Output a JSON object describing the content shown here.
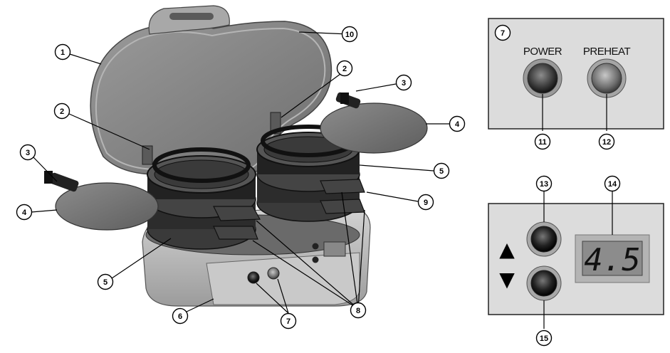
{
  "callouts": [
    "1",
    "2",
    "2",
    "3",
    "3",
    "4",
    "4",
    "5",
    "5",
    "6",
    "7",
    "8",
    "9",
    "10",
    "7",
    "11",
    "12",
    "13",
    "14",
    "15"
  ],
  "control_panel": {
    "number": "7",
    "power_label": "POWER",
    "preheat_label": "PREHEAT",
    "power_callout": "11",
    "preheat_callout": "12"
  },
  "timer_panel": {
    "up_callout": "13",
    "display_callout": "14",
    "down_callout": "15",
    "display_value": "4.5",
    "up_symbol": "▲",
    "down_symbol": "▼"
  },
  "colors": {
    "panel_bg": "#dcdcdc",
    "lid": "#8a8a8a",
    "ring": "#2a2a2a",
    "plate": "#7a7a7a",
    "base": "#bdbdbd"
  }
}
